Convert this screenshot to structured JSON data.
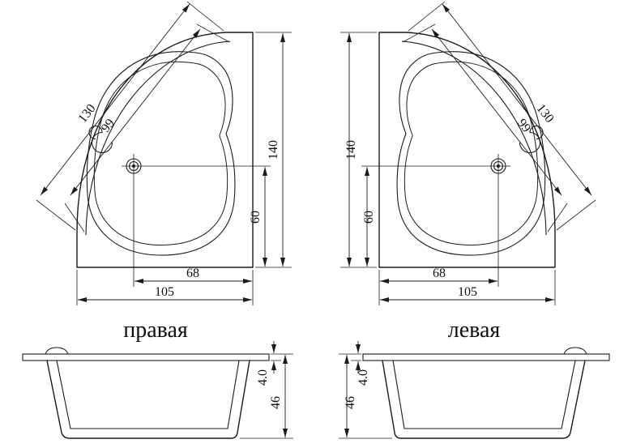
{
  "plan_right_hand": {
    "label": "правая",
    "dims": {
      "diagonal": "130",
      "diagonal_inner": "99",
      "height": "140",
      "drain_offset_y": "60",
      "drain_offset_x": "68",
      "width": "105"
    }
  },
  "plan_left_hand": {
    "label": "левая",
    "dims": {
      "diagonal": "130",
      "diagonal_inner": "99",
      "height": "140",
      "drain_offset_y": "60",
      "drain_offset_x": "68",
      "width": "105"
    }
  },
  "side_view_right_hand": {
    "dims": {
      "rim_thickness": "4.0",
      "height": "46"
    }
  },
  "side_view_left_hand": {
    "dims": {
      "rim_thickness": "4.0",
      "height": "46"
    }
  }
}
